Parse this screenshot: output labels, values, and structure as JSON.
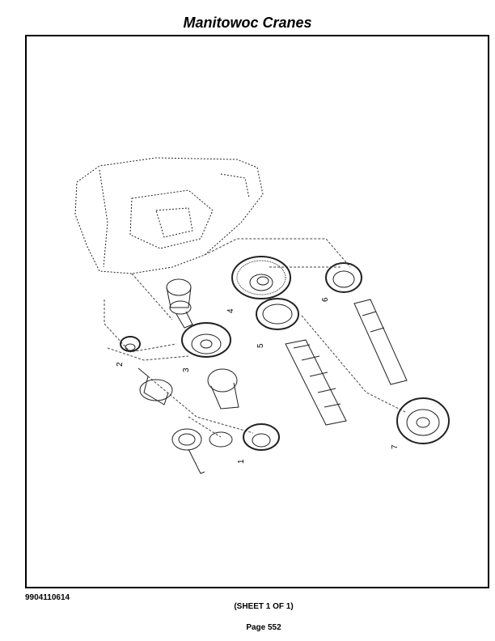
{
  "header": {
    "title": "Manitowoc Cranes"
  },
  "diagram": {
    "callouts": [
      "1",
      "2",
      "3",
      "4",
      "5",
      "6",
      "7"
    ]
  },
  "footer": {
    "doc_number": "9904110614",
    "sheet": "(SHEET 1 OF 1)",
    "page": "Page 552"
  }
}
